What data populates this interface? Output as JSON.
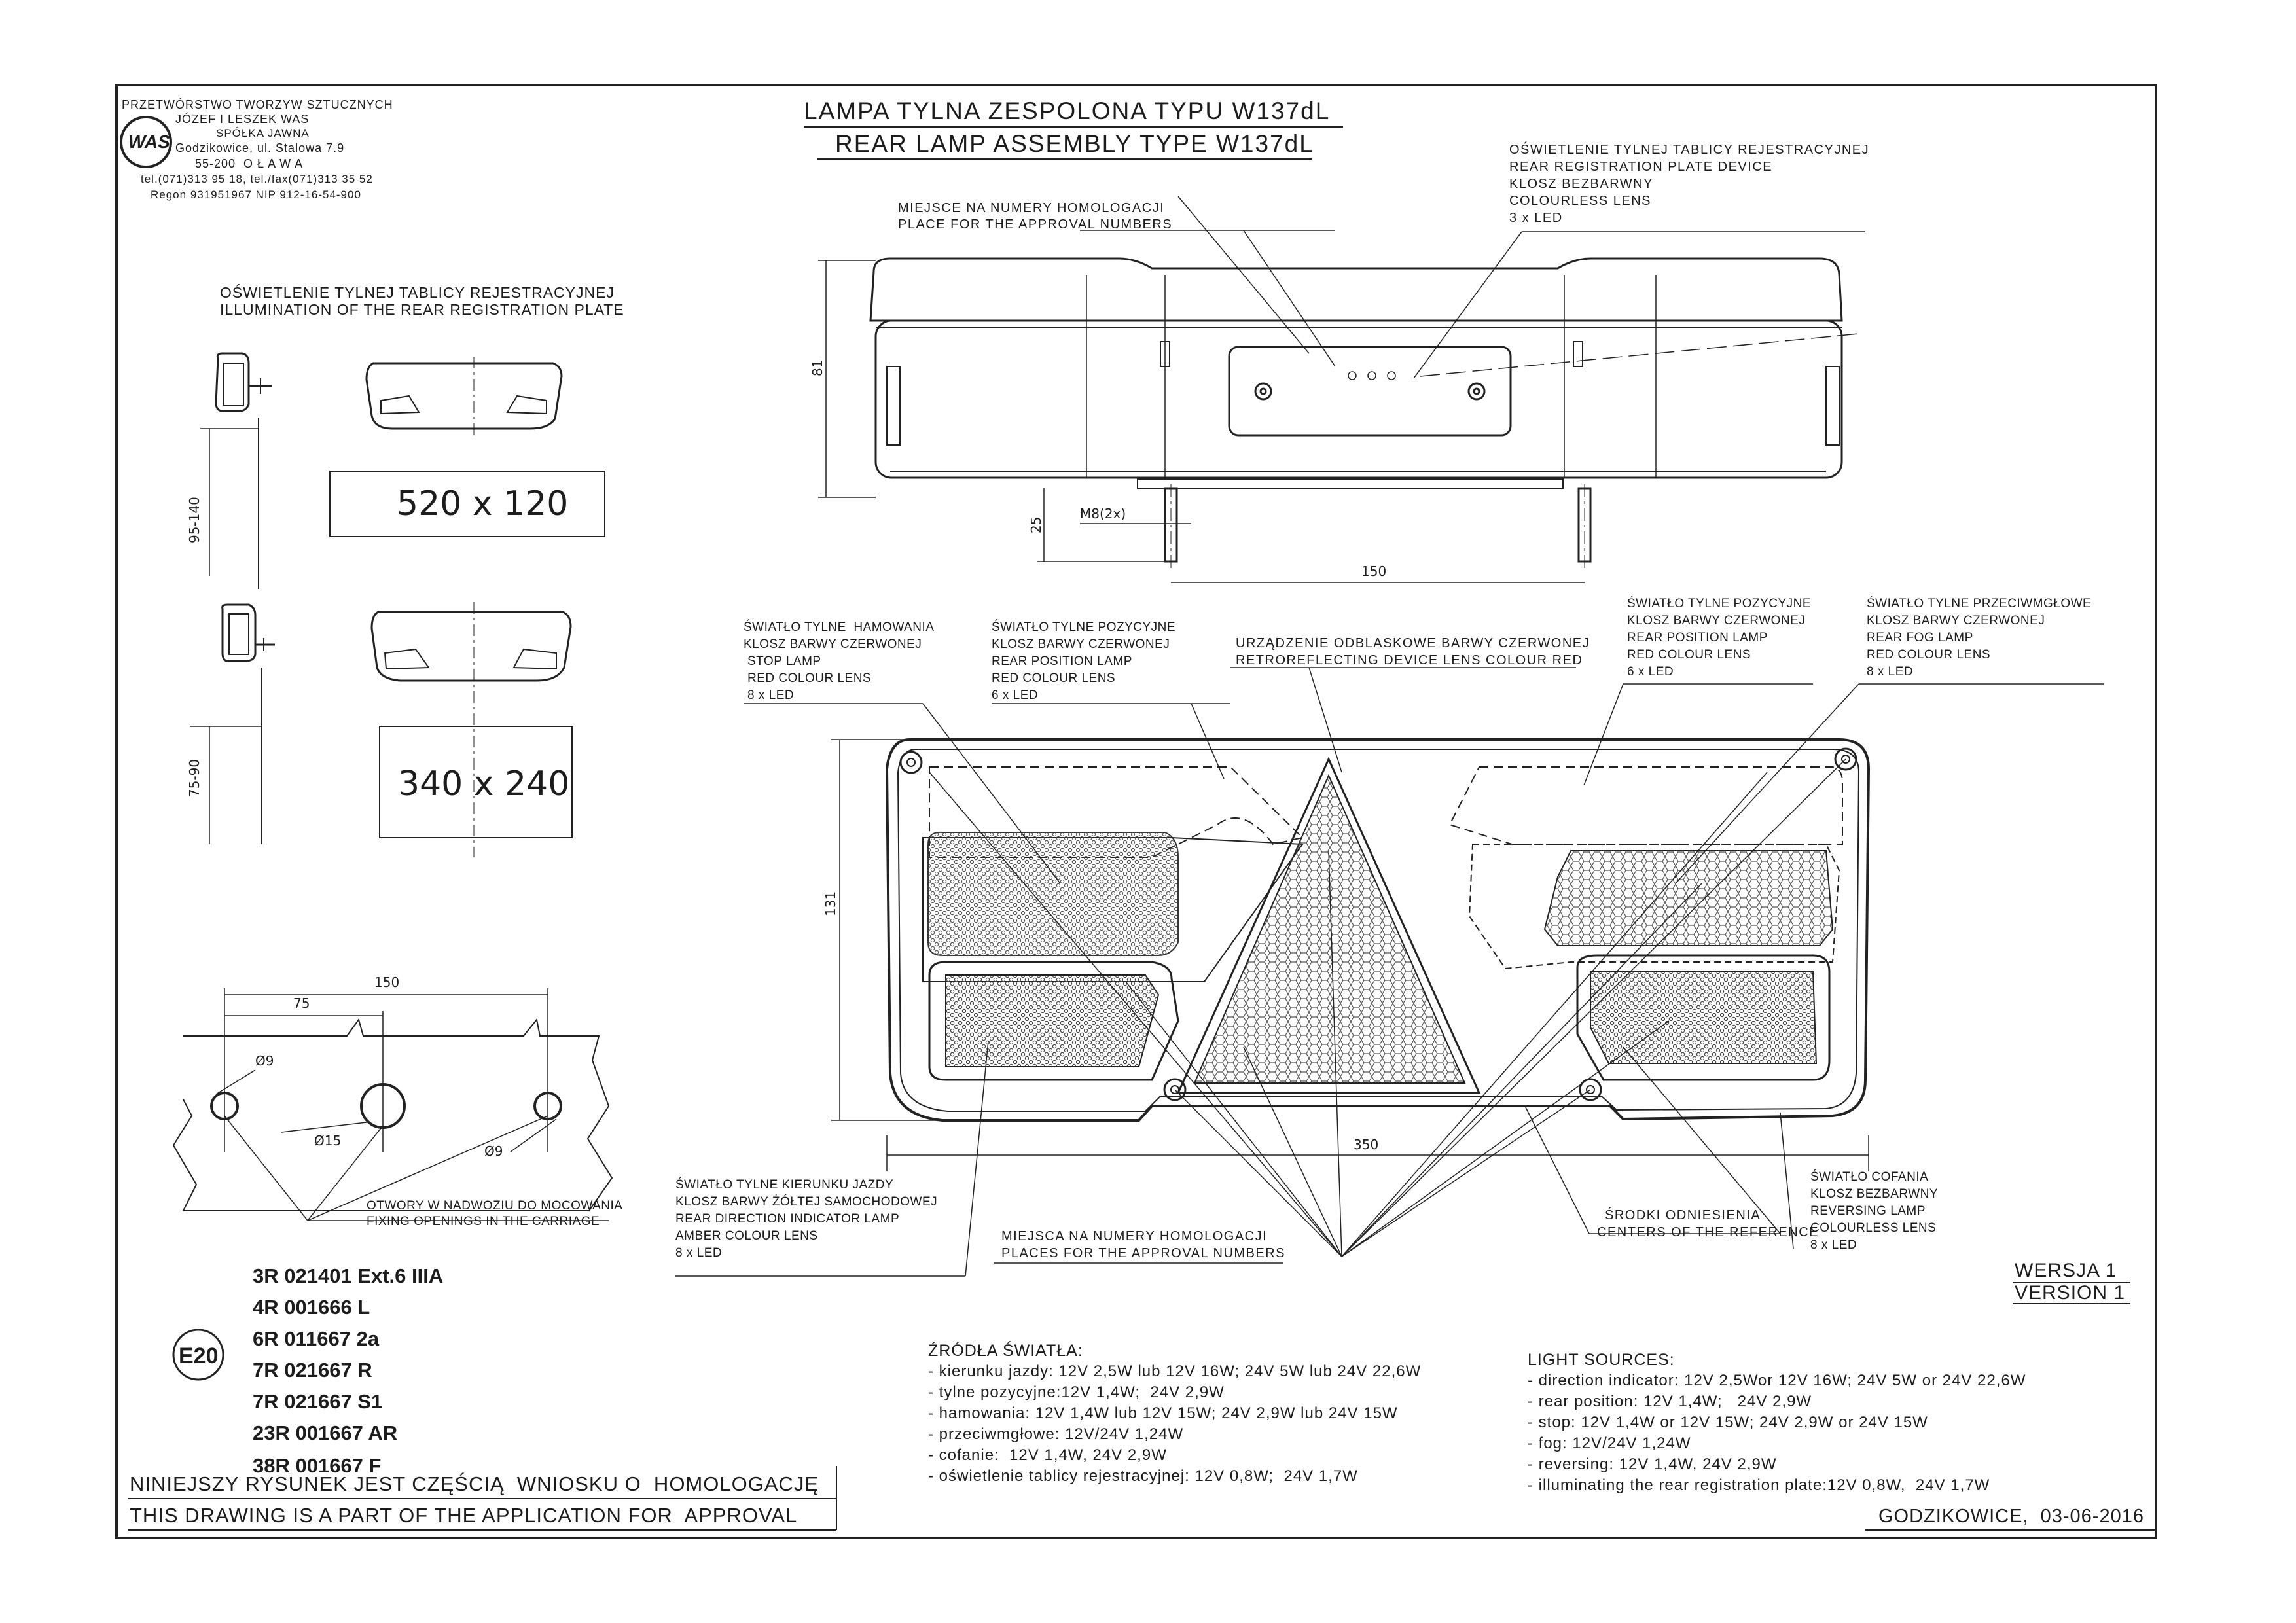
{
  "company": {
    "name_line1": "PRZETWÓRSTWO TWORZYW SZTUCZNYCH",
    "name_line2": "JÓZEF I LESZEK WAS",
    "name_line3": "SPÓŁKA JAWNA",
    "address_line1": "Godzikowice, ul. Stalowa 7.9",
    "address_line2": "55-200  O Ł A W A",
    "phone": "tel.(071)313 95 18, tel./fax(071)313 35 52",
    "regon": "Regon 931951967 NIP 912-16-54-900",
    "logo_text": "WAS"
  },
  "title": {
    "pl": "LAMPA TYLNA ZESPOLONA TYPU W137dL",
    "en": "REAR LAMP ASSEMBLY TYPE W137dL"
  },
  "registration_illumination": {
    "heading_pl": "OŚWIETLENIE TYLNEJ TABLICY REJESTRACYJNEJ",
    "heading_en": "ILLUMINATION OF THE REAR REGISTRATION PLATE",
    "plate1": "520 x 120",
    "plate2": "340 x 240",
    "dim1": "95-140",
    "dim2": "75-90"
  },
  "top_view": {
    "approval_pl": "MIEJSCE NA NUMERY HOMOLOGACJI",
    "approval_en": "PLACE FOR THE APPROVAL NUMBERS",
    "plate_device": [
      "OŚWIETLENIE TYLNEJ TABLICY REJESTRACYJNEJ",
      "REAR REGISTRATION PLATE DEVICE",
      "KLOSZ BEZBARWNY",
      "COLOURLESS LENS",
      "3 x LED"
    ],
    "dim_height": "81",
    "dim_stud": "25",
    "dim_thread": "M8(2x)",
    "dim_spacing": "150"
  },
  "front_labels": {
    "stop": [
      "ŚWIATŁO TYLNE  HAMOWANIA",
      "KLOSZ BARWY CZERWONEJ",
      "STOP LAMP",
      "RED COLOUR LENS",
      "8 x LED"
    ],
    "position_left": [
      "ŚWIATŁO TYLNE POZYCYJNE",
      "KLOSZ BARWY CZERWONEJ",
      "REAR POSITION LAMP",
      "RED COLOUR LENS",
      "6 x LED"
    ],
    "retro": [
      "URZĄDZENIE ODBLASKOWE BARWY CZERWONEJ",
      "RETROREFLECTING DEVICE LENS COLOUR RED"
    ],
    "position_right": [
      "ŚWIATŁO TYLNE POZYCYJNE",
      "KLOSZ BARWY CZERWONEJ",
      "REAR POSITION LAMP",
      "RED COLOUR LENS",
      "6 x LED"
    ],
    "fog": [
      "ŚWIATŁO TYLNE PRZECIWMGŁOWE",
      "KLOSZ BARWY CZERWONEJ",
      "REAR FOG LAMP",
      "RED COLOUR LENS",
      "8 x LED"
    ],
    "indicator": [
      "ŚWIATŁO TYLNE KIERUNKU JAZDY",
      "KLOSZ BARWY ŻÓŁTEJ SAMOCHODOWEJ",
      "REAR DIRECTION INDICATOR LAMP",
      "AMBER COLOUR LENS",
      "8 x LED"
    ],
    "approvals": [
      "MIEJSCA NA NUMERY HOMOLOGACJI",
      "PLACES FOR THE APPROVAL NUMBERS"
    ],
    "reference": [
      "ŚRODKI ODNIESIENIA",
      "CENTERS OF THE REFERENCE"
    ],
    "reversing": [
      "ŚWIATŁO COFANIA",
      "KLOSZ BEZBARWNY",
      "REVERSING LAMP",
      "COLOURLESS LENS",
      "8 x LED"
    ],
    "dim_height": "131",
    "dim_width": "350"
  },
  "mounting": {
    "dim_total": "150",
    "dim_half": "75",
    "hole_small_a": "Ø9",
    "hole_large": "Ø15",
    "hole_small_b": "Ø9",
    "caption_pl": "OTWORY W NADWOZIU DO MOCOWANIA",
    "caption_en": "FIXING OPENINGS IN THE CARRIAGE"
  },
  "approval_numbers": [
    "3R 021401 Ext.6 IIIA",
    "4R 001666 L",
    "6R 011667 2a",
    "7R 021667 R",
    "7R 021667 S1",
    "23R 001667 AR",
    "38R 001667 F"
  ],
  "e_mark": "E20",
  "version": {
    "pl": "WERSJA 1",
    "en": "VERSION 1"
  },
  "light_sources_pl": {
    "heading": "ŹRÓDŁA ŚWIATŁA:",
    "items": [
      "- kierunku jazdy: 12V 2,5W lub 12V 16W; 24V 5W lub 24V 22,6W",
      "- tylne pozycyjne:12V 1,4W;  24V 2,9W",
      "- hamowania: 12V 1,4W lub 12V 15W; 24V 2,9W lub 24V 15W",
      "- przeciwmgłowe: 12V/24V 1,24W",
      "- cofanie:  12V 1,4W, 24V 2,9W",
      "- oświetlenie tablicy rejestracyjnej: 12V 0,8W;  24V 1,7W"
    ]
  },
  "light_sources_en": {
    "heading": "LIGHT SOURCES:",
    "items": [
      "- direction indicator: 12V 2,5Wor 12V 16W; 24V 5W or 24V 22,6W",
      "- rear position: 12V 1,4W;   24V 2,9W",
      "- stop: 12V 1,4W or 12V 15W; 24V 2,9W or 24V 15W",
      "- fog: 12V/24V 1,24W",
      "- reversing: 12V 1,4W, 24V 2,9W",
      "- illuminating the rear registration plate:12V 0,8W,  24V 1,7W"
    ]
  },
  "footer": {
    "pl": "NINIEJSZY RYSUNEK JEST CZĘŚCIĄ  WNIOSKU O  HOMOLOGACJĘ",
    "en": "THIS DRAWING IS A PART OF THE APPLICATION FOR  APPROVAL",
    "date": "GODZIKOWICE,  03-06-2016"
  }
}
